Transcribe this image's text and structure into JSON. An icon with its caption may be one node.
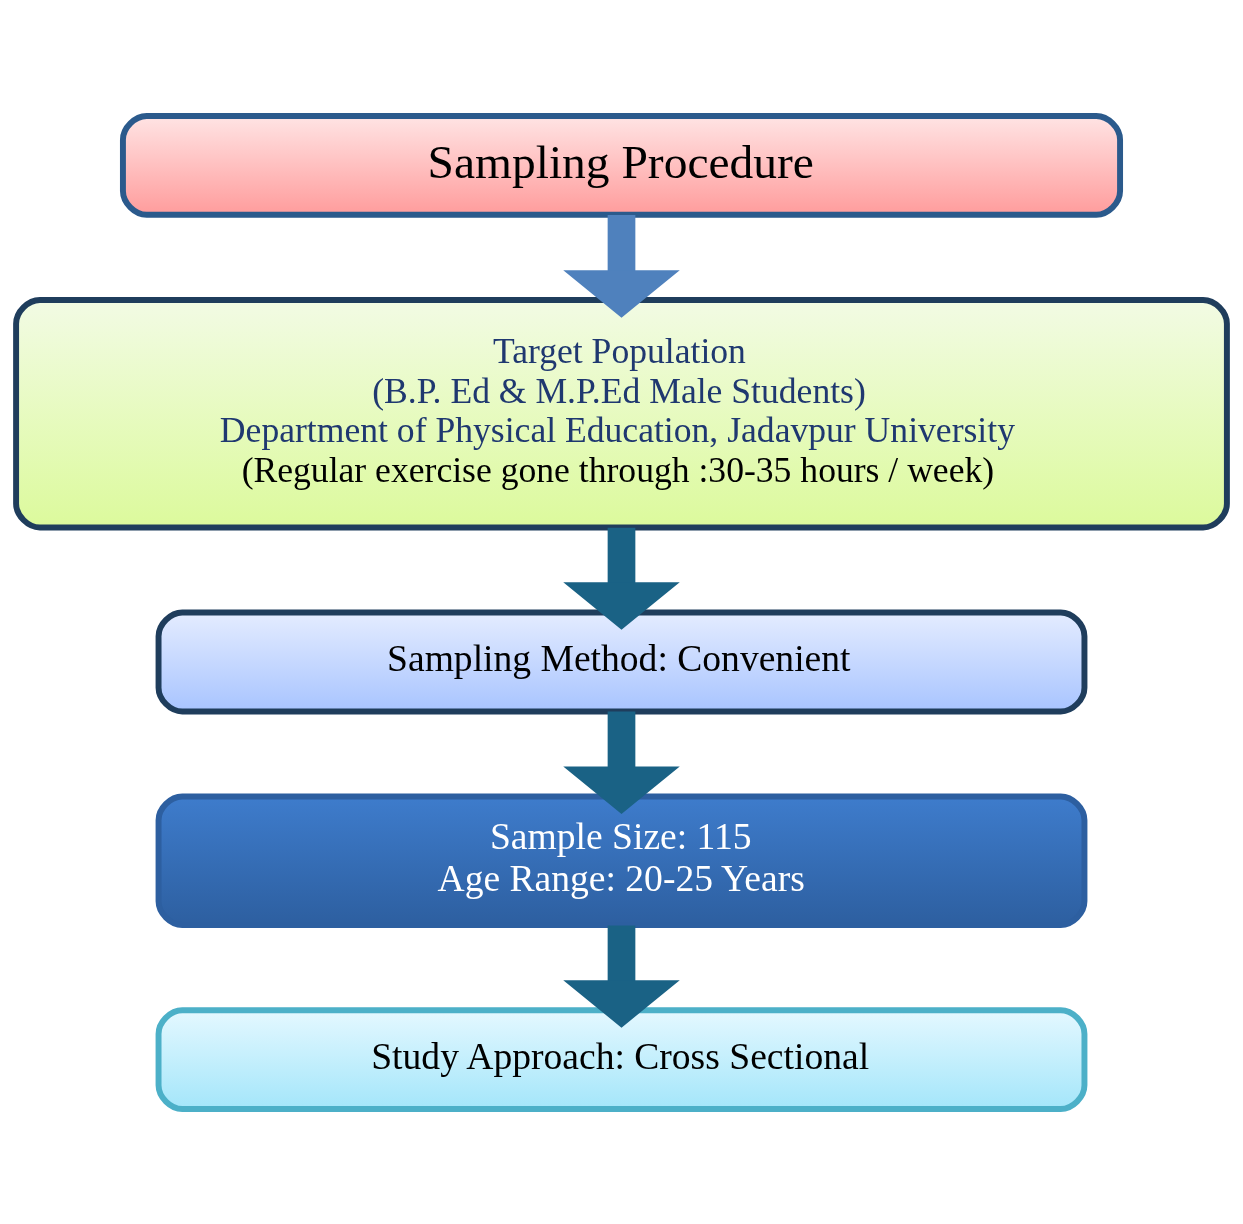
{
  "diagram": {
    "nodes": [
      {
        "text": [
          "Sampling Procedure"
        ]
      },
      {
        "text": [
          "Target Population",
          "(B.P. Ed & M.P.Ed Male Students)",
          "Department of Physical Education, Jadavpur University",
          "(Regular exercise gone through :30-35 hours / week)"
        ]
      },
      {
        "text": [
          "Sampling Method: Convenient"
        ]
      },
      {
        "text": [
          "Sample Size: 115",
          "Age Range: 20-25 Years"
        ]
      },
      {
        "text": [
          "Study Approach: Cross Sectional"
        ]
      }
    ],
    "edges": [
      {
        "from": 0,
        "to": 1,
        "arrow": "to",
        "color": "#4f81bd"
      },
      {
        "from": 1,
        "to": 2,
        "arrow": "to"
      },
      {
        "from": 2,
        "to": 3,
        "arrow": "to"
      },
      {
        "from": 3,
        "to": 4,
        "arrow": "to"
      }
    ]
  }
}
